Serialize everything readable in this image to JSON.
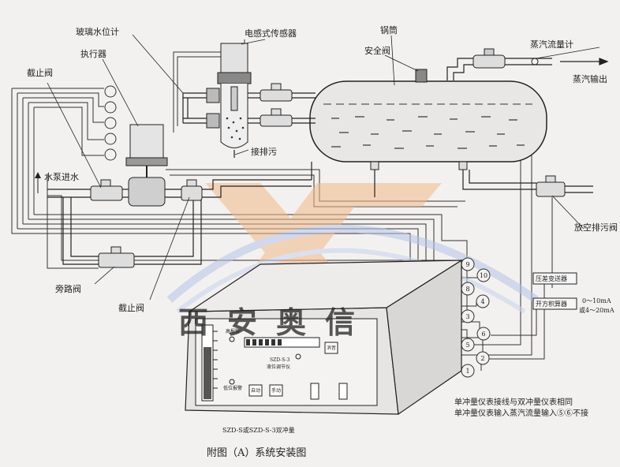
{
  "labels": {
    "glass_gauge": "玻璃水位计",
    "sensor": "电感式传感器",
    "drum": "锅筒",
    "safety_valve": "安全阀",
    "steam_meter": "蒸汽流量计",
    "actuator": "执行器",
    "stop_valve_top": "截止阀",
    "steam_out": "蒸汽输出",
    "pump_in": "水泵进水",
    "drain": "接排污",
    "vent_drain": "放空排污阀",
    "bypass_valve": "旁路阀",
    "stop_valve_bottom": "截止阀",
    "diff_transmitter": "压差变送器",
    "sqrt_integrator": "开方积算器",
    "current_range_1": "0～10mA",
    "current_range_2": "或4～20mA"
  },
  "terminals": [
    "9",
    "10",
    "8",
    "4",
    "3",
    "6",
    "5",
    "2",
    "1"
  ],
  "controller": {
    "model": "SZD-S-3",
    "name": "液位调节仪",
    "btn_auto": "自动",
    "btn_manual": "手动",
    "btn_mute": "消音",
    "alarm_high": "高报警",
    "alarm_low": "低位报警"
  },
  "watermark": {
    "text": "西安奥信"
  },
  "notes": {
    "line1": "单冲量仪表接线与双冲量仪表相同",
    "line2": "单冲量仪表输入蒸汽流量输入⑤⑥不接"
  },
  "captions": {
    "model": "SZD-S或SZD-S-3双冲量",
    "title": "附图（A）系统安装图"
  }
}
